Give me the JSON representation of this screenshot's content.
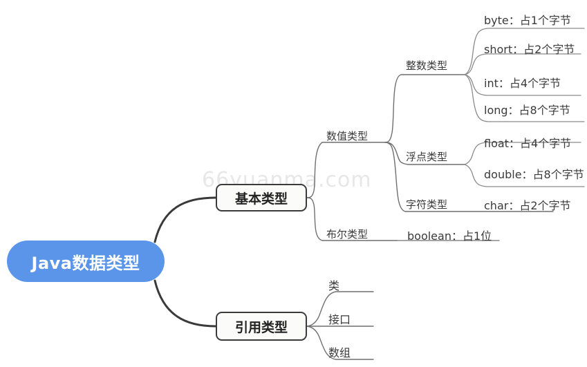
{
  "diagram": {
    "title": "Java数据类型",
    "watermark": "66yuanma.com",
    "colors": {
      "root_fill": "#5b95ea",
      "root_text": "#ffffff",
      "node_fill": "#fbfbfa",
      "node_border": "#3b3b3b",
      "branch_line": "#3a3a3a",
      "leaf_line": "#8a8a8a",
      "text": "#3a3a3a",
      "watermark": "#e7e7e7",
      "background": "#ffffff"
    },
    "root": {
      "label": "Java数据类型"
    },
    "level2": [
      {
        "label": "基本类型"
      },
      {
        "label": "引用类型"
      }
    ],
    "level3": [
      {
        "label": "数值类型"
      },
      {
        "label": "布尔类型"
      }
    ],
    "level4": [
      {
        "label": "整数类型"
      },
      {
        "label": "浮点类型"
      },
      {
        "label": "字符类型"
      }
    ],
    "integer_leaves": [
      {
        "label": "byte：占1个字节"
      },
      {
        "label": "short：占2个字节"
      },
      {
        "label": "int：占4个字节"
      },
      {
        "label": "long：占8个字节"
      }
    ],
    "float_leaves": [
      {
        "label": "float：占4个字节"
      },
      {
        "label": "double：占8个字节"
      }
    ],
    "char_leaves": [
      {
        "label": "char：占2个字节"
      }
    ],
    "boolean_leaves": [
      {
        "label": "boolean：占1位"
      }
    ],
    "reference_children": [
      {
        "label": "类"
      },
      {
        "label": "接口"
      },
      {
        "label": "数组"
      }
    ]
  }
}
